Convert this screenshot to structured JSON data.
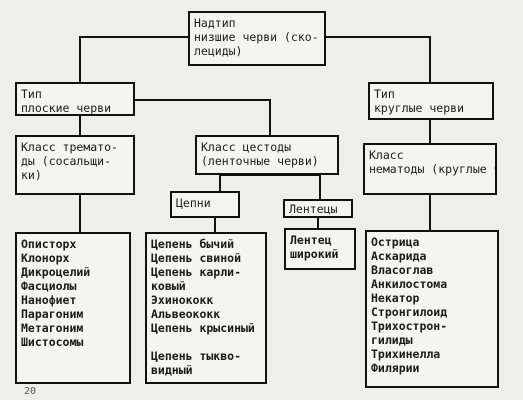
{
  "boxes": {
    "supertype": [
      "Надтип",
      "низшие черви (ско-",
      "лециды)"
    ],
    "flatworms": [
      "Тип",
      "плоские черви"
    ],
    "roundworms": [
      "Тип",
      "круглые черви"
    ],
    "trematodes": [
      "Класс тремато-",
      "ды (сосальщи-",
      "ки)"
    ],
    "cestodes": [
      "Класс цестоды",
      "(ленточные черви)"
    ],
    "nematodes": [
      "Класс",
      "нематоды (круглые черви)"
    ],
    "tapeworms": [
      "Цепни"
    ],
    "lentets": [
      "Лентецы"
    ],
    "trematode_list": [
      "Описторх",
      "Клонорх",
      "Дикроцелий",
      "Фасциолы",
      "Нанофиет",
      "Парагоним",
      "Метагоним",
      "Шистосомы"
    ],
    "tapeworm_list": [
      "Цепень бычий",
      "Цепень свиной",
      "Цепень карли-",
      "ковый",
      "Эхинококк",
      "Альвеококк",
      "Цепень крысиный",
      "",
      "Цепень тыкво-",
      "видный"
    ],
    "lentets_list": [
      "Лентец",
      "широкий"
    ],
    "nematode_list": [
      "Острица",
      "Аскарида",
      "Власоглав",
      "Анкилостома",
      "Некатор",
      "Стронгилоид",
      "Трихострон-",
      "гилиды",
      "Трихинелла",
      "Филярии"
    ]
  },
  "page_number": "20"
}
